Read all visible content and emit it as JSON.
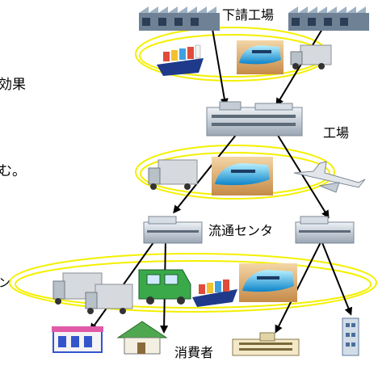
{
  "labels": {
    "subcontractor_factories": "下請工場",
    "factory": "工場",
    "distribution_center": "流通センタ",
    "consumers": "消費者"
  },
  "left_cutoff": {
    "line1": "効果",
    "line2": "む。",
    "line3": "ン"
  },
  "colors": {
    "ellipse": "#f4f000",
    "arrow": "#000000",
    "left_text": "#000000",
    "left_text_blue": "#3b3bd6"
  }
}
